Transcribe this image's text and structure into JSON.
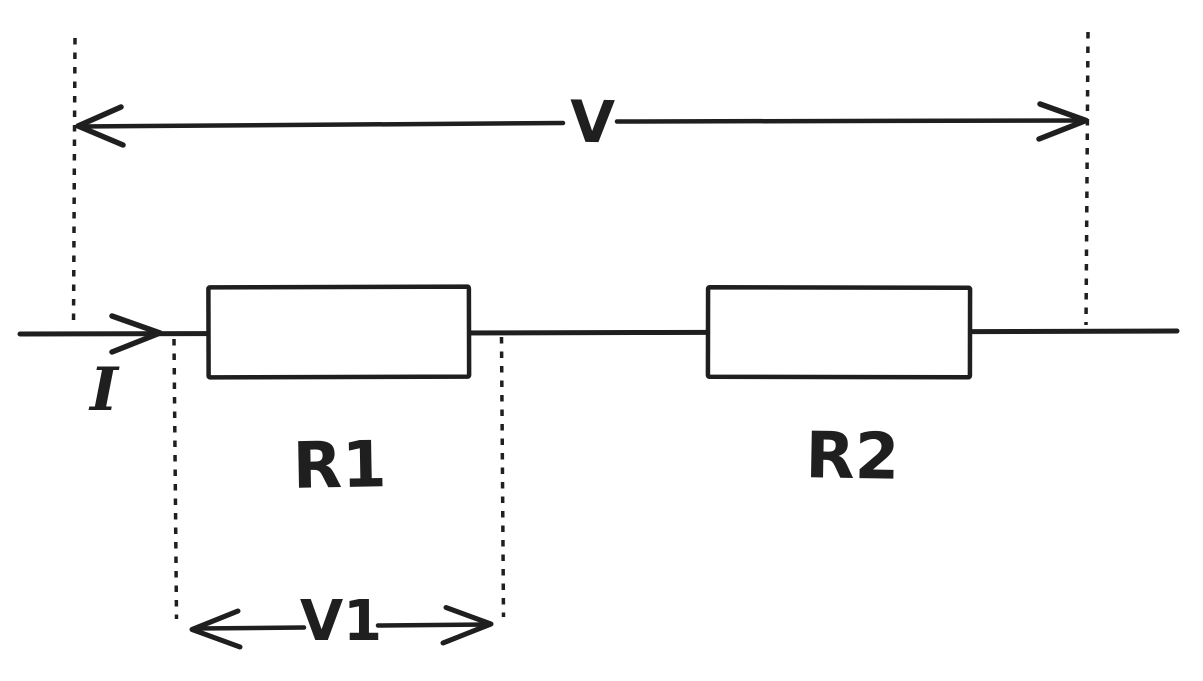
{
  "diagram": {
    "kind": "series-resistor-circuit",
    "ink_color": "#1f1f1f",
    "background_color": "#ffffff",
    "labels": {
      "total_voltage": "V",
      "current": "I",
      "resistor_1": "R1",
      "resistor_2": "R2",
      "voltage_across_r1": "V1"
    }
  }
}
